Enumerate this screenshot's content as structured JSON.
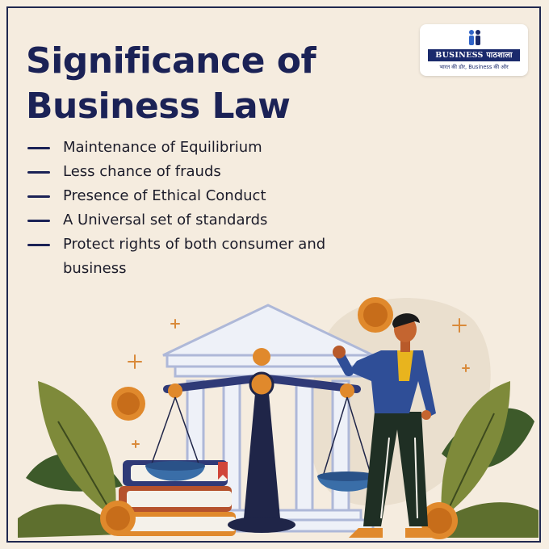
{
  "title_line1": "Significance of",
  "title_line2": "Business Law",
  "points": [
    "Maintenance of Equilibrium",
    "Less chance of frauds",
    "Presence of Ethical Conduct",
    "A Universal set of standards",
    "Protect rights of both consumer and business"
  ],
  "logo": {
    "brand": "BUSINESS पाठशाला",
    "tagline": "भारत की डोर, Business की ओर"
  },
  "colors": {
    "background": "#f5ecdf",
    "navy": "#1b2256",
    "orange": "#e0892c",
    "leaf": "#7e8a3a"
  },
  "icons": [
    "building-pillars-icon",
    "balance-scale-icon",
    "coin-icon",
    "books-icon",
    "leaf-plant-icon",
    "sparkle-plus-icon"
  ]
}
